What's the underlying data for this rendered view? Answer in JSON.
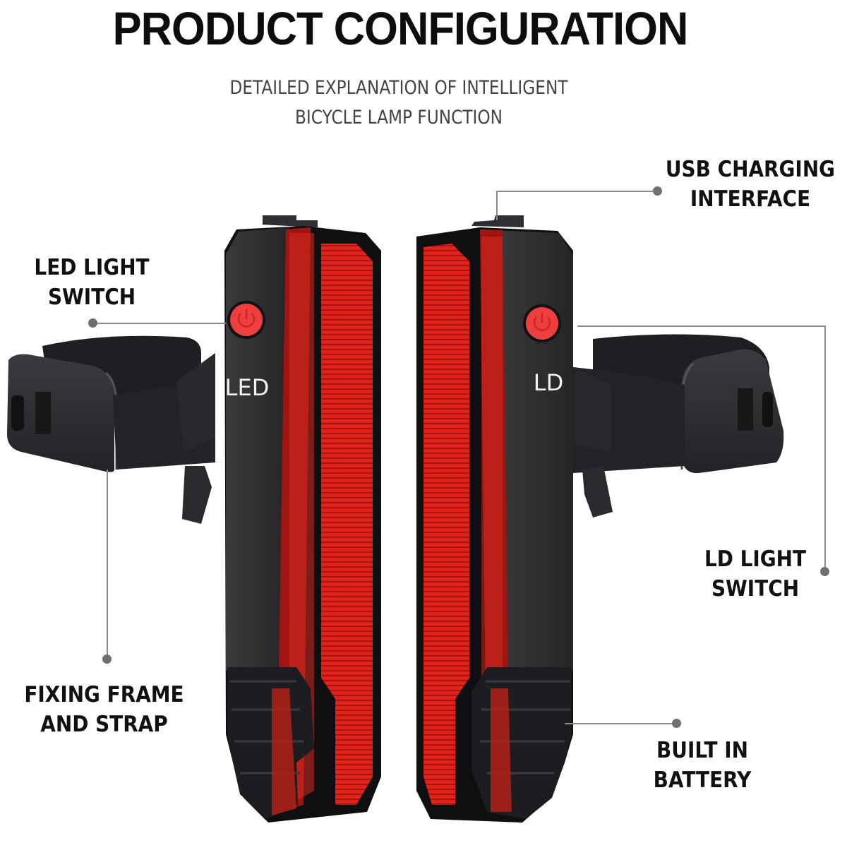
{
  "header": {
    "title": "PRODUCT CONFIGURATION",
    "subtitle_line1": "DETAILED EXPLANATION OF INTELLIGENT",
    "subtitle_line2": "BICYCLE LAMP FUNCTION"
  },
  "callouts": [
    {
      "id": "led-light-switch",
      "line1": "LED LIGHT",
      "line2": "SWITCH"
    },
    {
      "id": "usb-charging-interface",
      "line1": "USB CHARGING",
      "line2": "INTERFACE"
    },
    {
      "id": "ld-light-switch",
      "line1": "LD LIGHT",
      "line2": "SWITCH"
    },
    {
      "id": "fixing-frame-and-strap",
      "line1": "FIXING FRAME",
      "line2": "AND STRAP"
    },
    {
      "id": "built-in-battery",
      "line1": "BUILT IN",
      "line2": "BATTERY"
    }
  ],
  "product": {
    "left_lamp_label": "LED",
    "right_lamp_label": "LD",
    "body_color": "#2b2a2d",
    "lens_color": "#e0231d",
    "button_color": "#ef3e3e",
    "leader_color": "#8a8a8a"
  }
}
